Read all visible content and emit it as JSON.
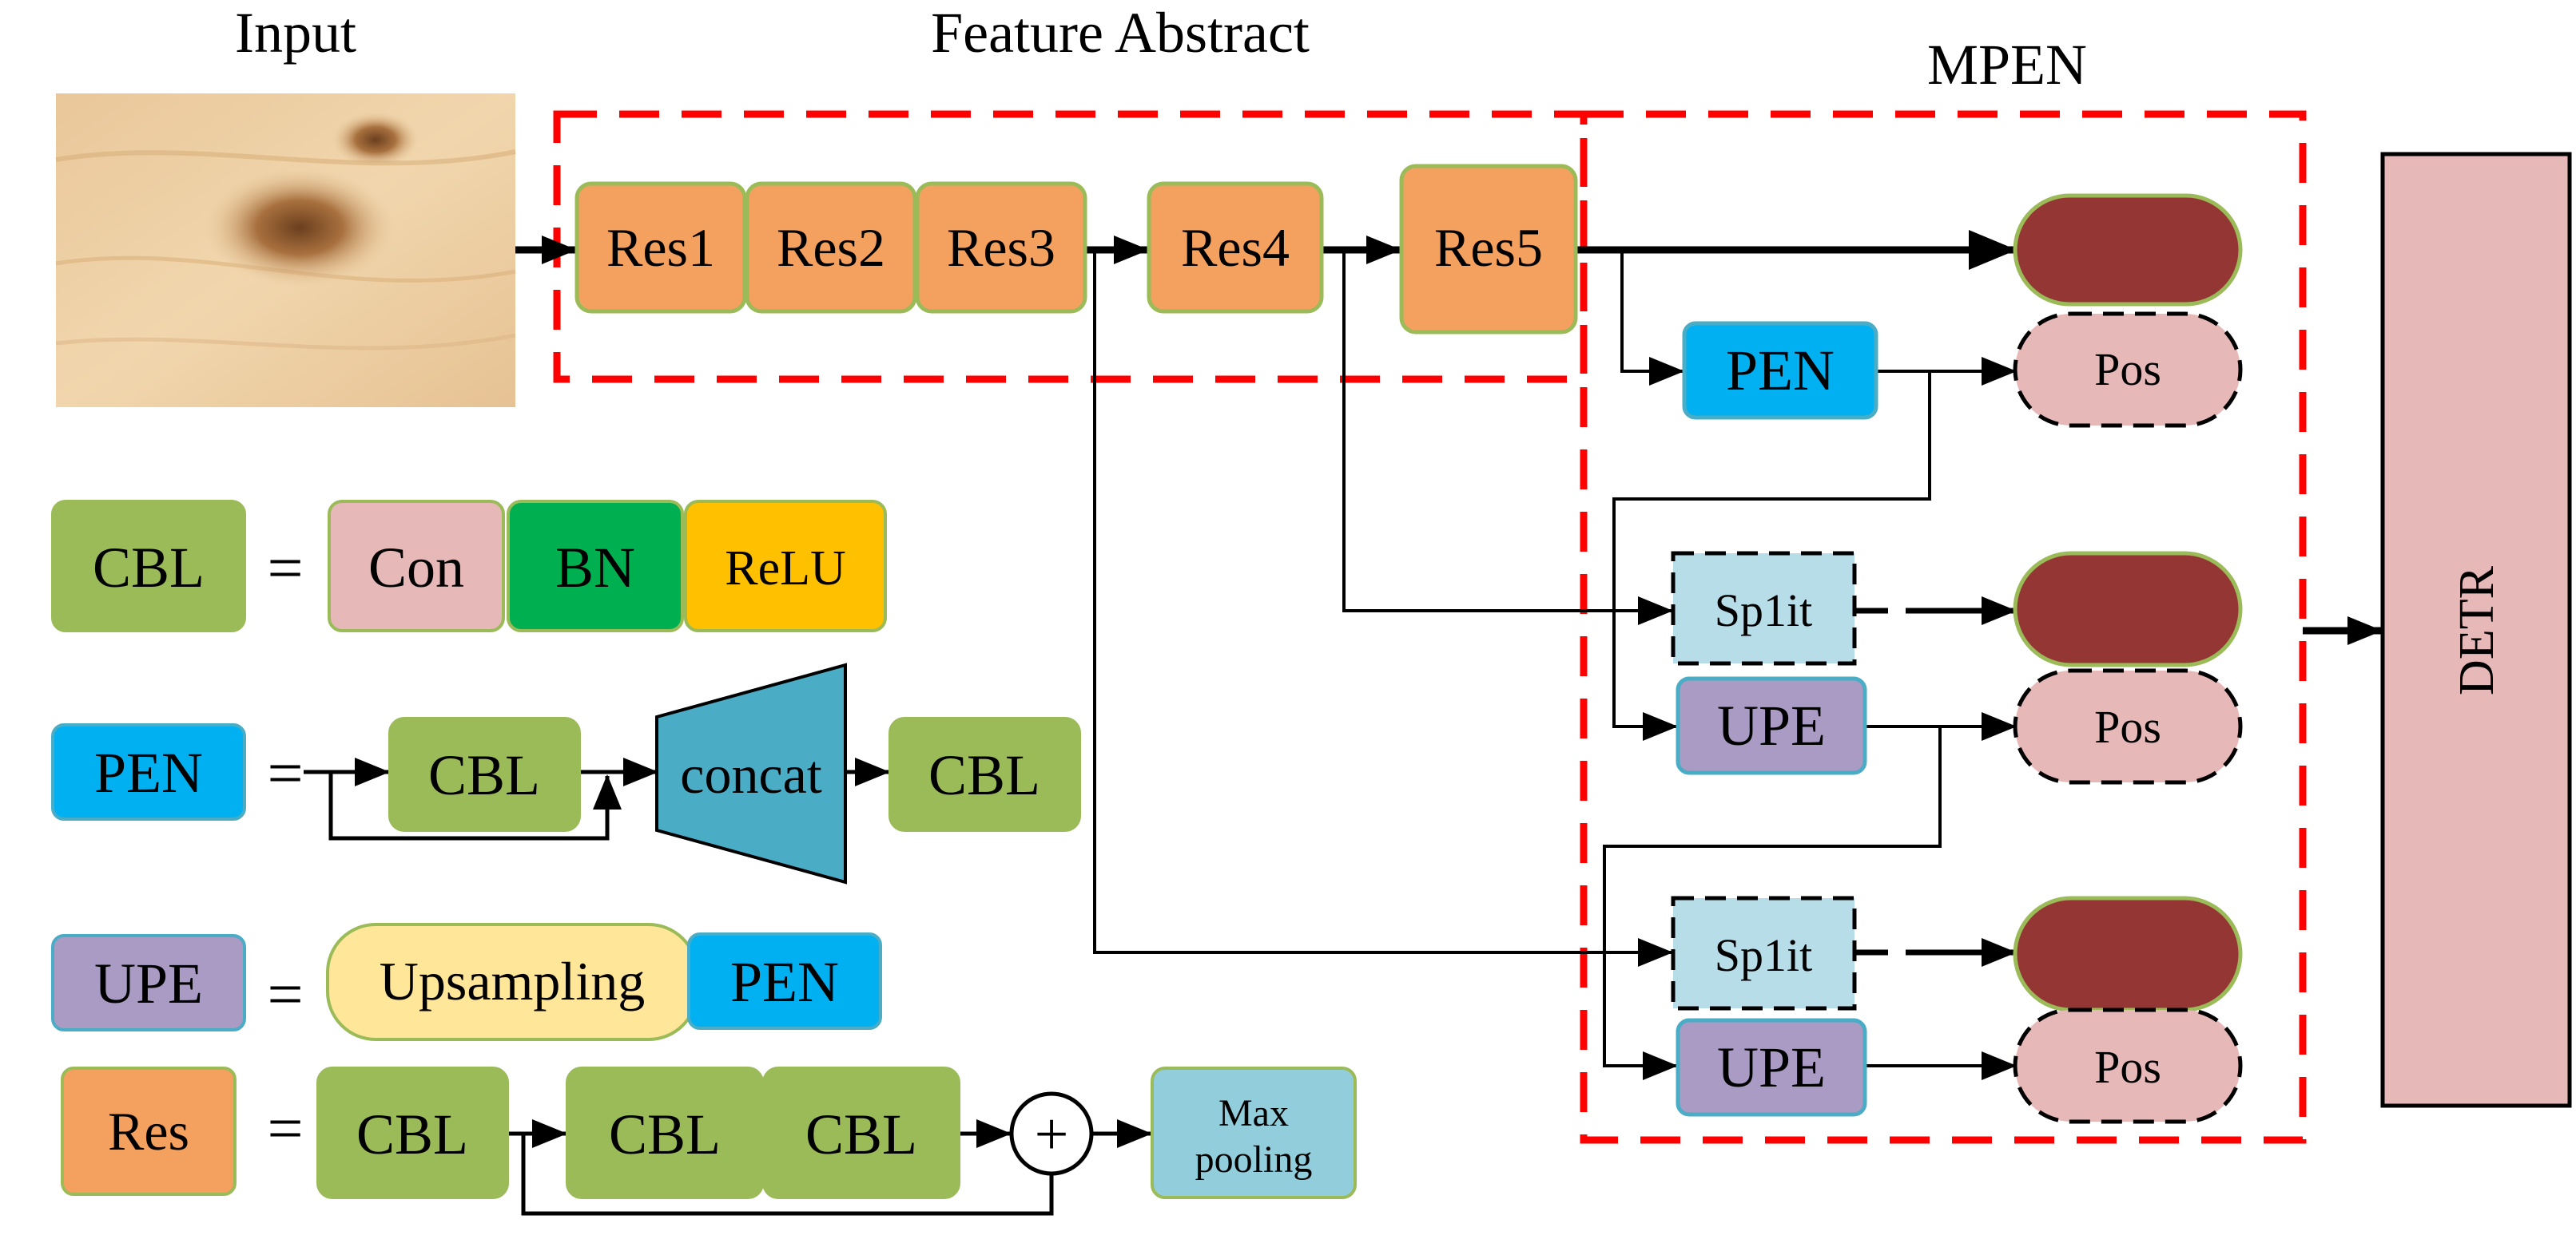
{
  "titles": {
    "input": "Input",
    "feature": "Feature Abstract",
    "mpen": "MPEN"
  },
  "backbone": {
    "res1": "Res1",
    "res2": "Res2",
    "res3": "Res3",
    "res4": "Res4",
    "res5": "Res5"
  },
  "mpen_blocks": {
    "pen": "PEN",
    "pos": "Pos",
    "split": "Sp1it",
    "upe": "UPE"
  },
  "detr": "DETR",
  "legend": {
    "equals": "=",
    "cbl": {
      "name": "CBL",
      "parts": [
        "Con",
        "BN",
        "ReLU"
      ]
    },
    "pen": {
      "name": "PEN",
      "cbl": "CBL",
      "concat": "concat"
    },
    "upe": {
      "name": "UPE",
      "upsampling": "Upsampling",
      "pen": "PEN"
    },
    "res": {
      "name": "Res",
      "cbl": "CBL",
      "plus": "+",
      "pool_line1": "Max",
      "pool_line2": "pooling"
    }
  },
  "colors": {
    "orange": "#F4A05E",
    "green_block": "#9BBB59",
    "blue": "#00B0F0",
    "purple": "#A99BC3",
    "light_blue": "#B7DDE8",
    "dark_red": "#943634",
    "pink": "#E6B8B7",
    "dashed_red": "#FF0000",
    "bn_green": "#00B050",
    "relu_yellow": "#FFC000",
    "concat_teal": "#4BACC6",
    "upsampling_yellow": "#FFE699",
    "pool_blue": "#92CDDC"
  }
}
